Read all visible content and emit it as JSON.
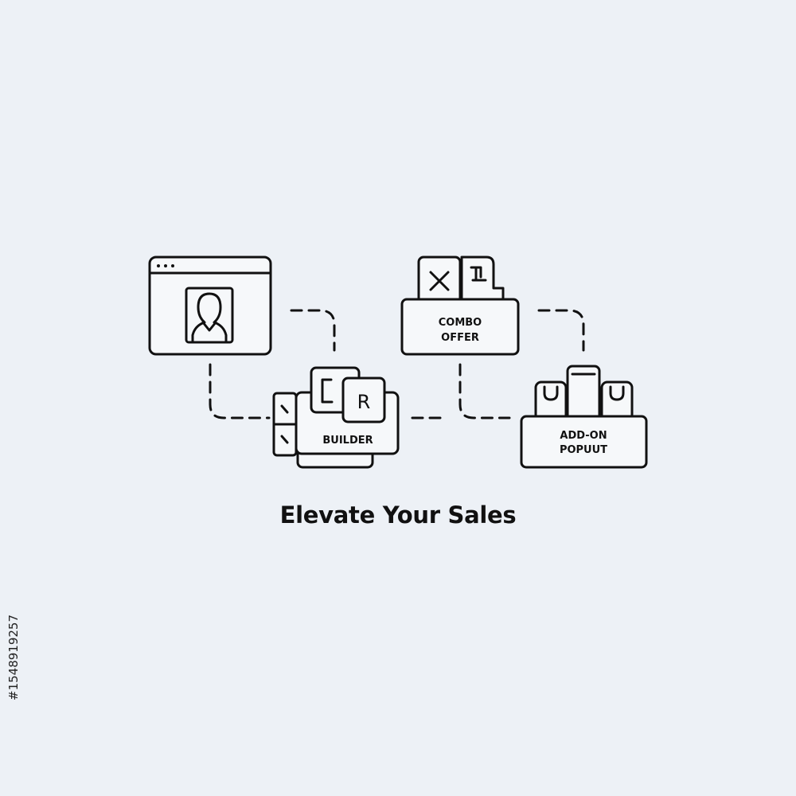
{
  "headline": "Elevate Your Sales",
  "stock_id": "#1548919257",
  "nodes": {
    "profile_page": {
      "icon": "browser-profile-icon"
    },
    "builder": {
      "label": "BUILDER",
      "letter": "R",
      "icon": "builder-cards-icon"
    },
    "combo_offer": {
      "label_line1": "COMBO",
      "label_line2": "OFFER",
      "icon": "combo-offer-box-icon"
    },
    "addon_popup": {
      "label_line1": "ADD-ON",
      "label_line2": "POPUUT",
      "icon": "add-on-popup-bag-icon"
    }
  },
  "colors": {
    "background": "#edf1f6",
    "stroke": "#111111",
    "icon_fill": "#f6f8fa"
  }
}
